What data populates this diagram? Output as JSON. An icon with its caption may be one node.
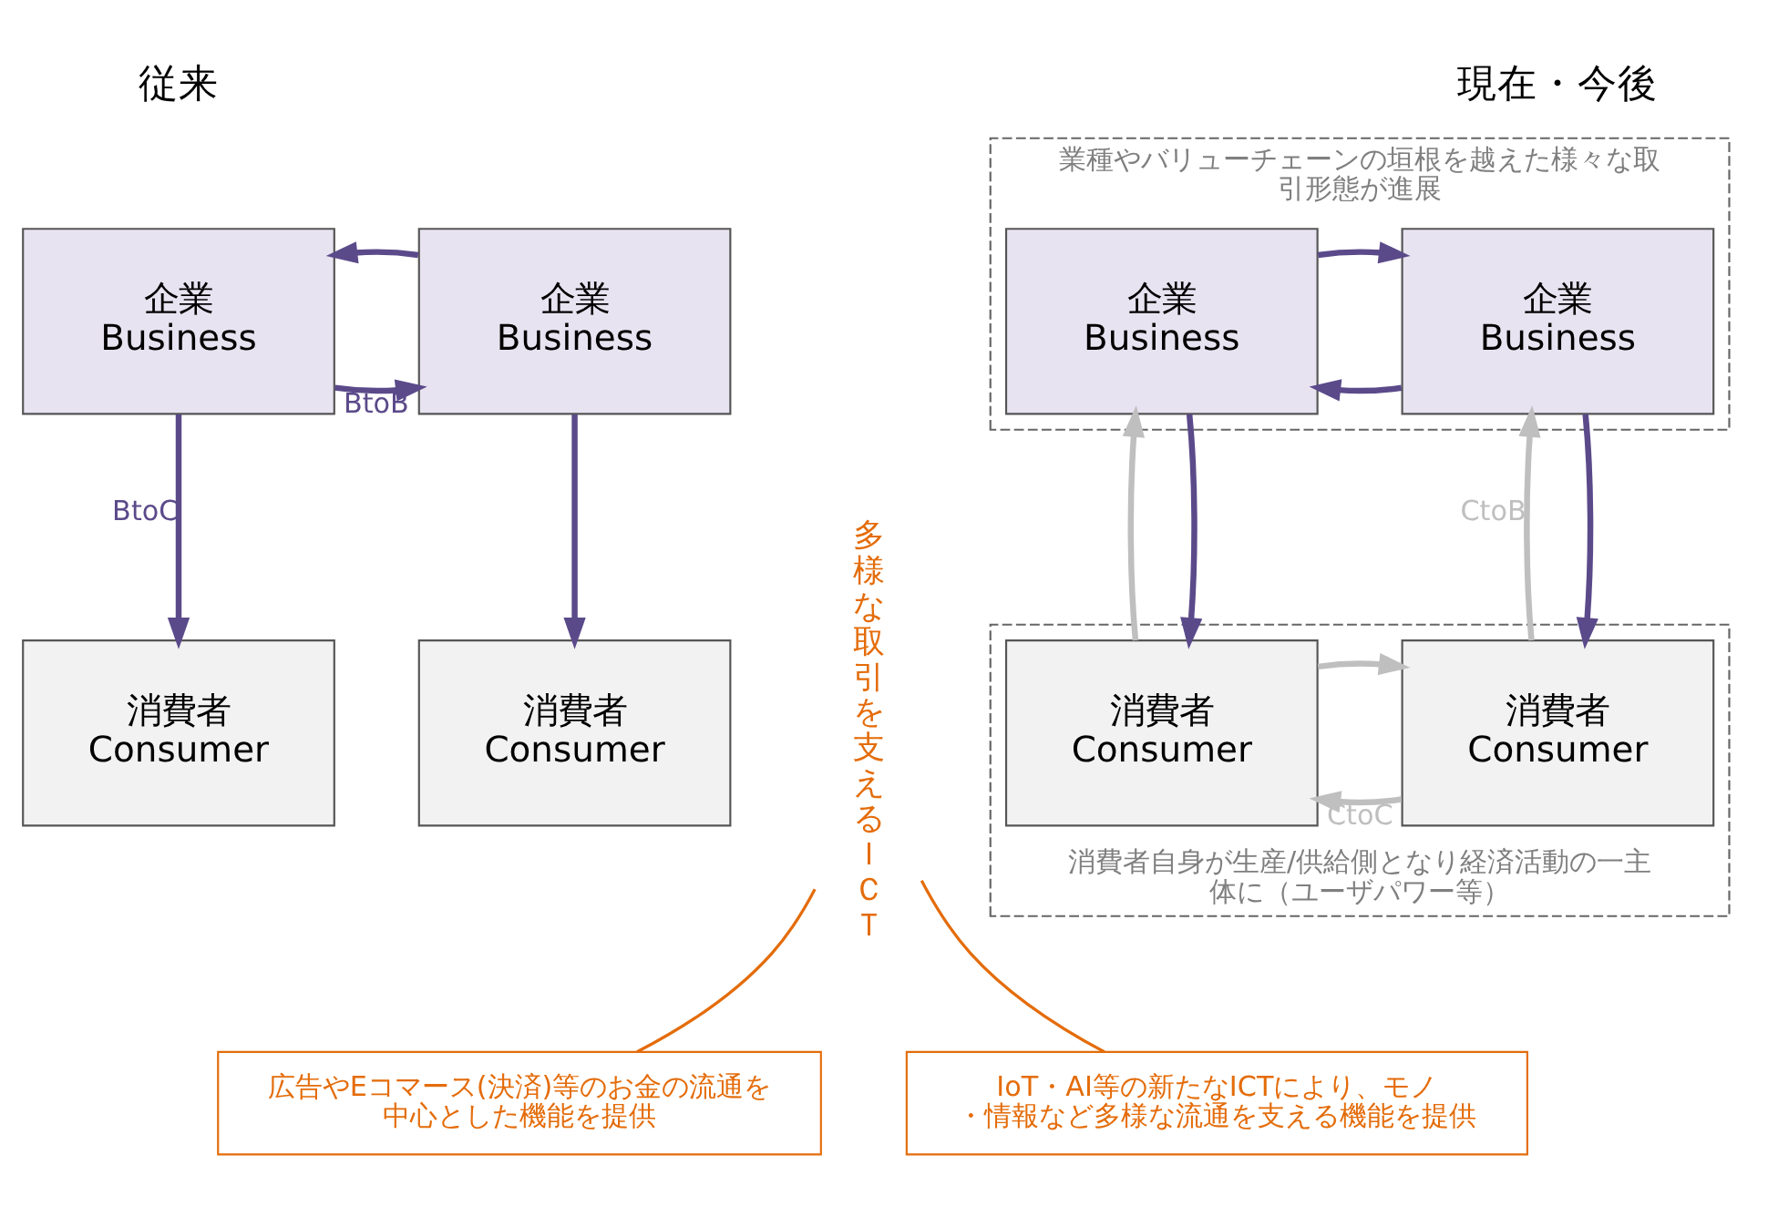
{
  "diagram": {
    "nodes": [
      {
        "text": [
          "企業",
          "Business"
        ]
      },
      {
        "text": [
          "企業",
          "Business"
        ]
      },
      {
        "text": [
          "消費者",
          "Consumer"
        ]
      },
      {
        "text": [
          "消費者",
          "Consumer"
        ]
      },
      {
        "text": [
          "多様な取引を支えるＩＣＴ"
        ]
      },
      {
        "text": [
          "広告やEコマース(決済)等のお金の流通を中心とした機能を提供"
        ]
      },
      {
        "text": [
          "業種やバリューチェーンの垣根を越えた様々な取引形態が進展"
        ]
      },
      {
        "text": [
          "企業",
          "Business"
        ],
        "in": 6
      },
      {
        "text": [
          "企業",
          "Business"
        ],
        "in": 6
      },
      {
        "text": [
          "消費者自身が生産/供給側となり経済活動の一主体に（ユーザパワー等）"
        ]
      },
      {
        "text": [
          "消費者",
          "Consumer"
        ],
        "in": 9
      },
      {
        "text": [
          "消費者",
          "Consumer"
        ],
        "in": 9
      },
      {
        "text": [
          "IoT・AI等の新たなICTにより、モノ・情報など多様な流通を支える機能を提供"
        ]
      }
    ],
    "edges": [
      {
        "from": 0,
        "to": 1,
        "arrow": "to",
        "label": "BtoB"
      },
      {
        "from": 1,
        "to": 0,
        "arrow": "to"
      },
      {
        "from": 0,
        "to": 2,
        "arrow": "to",
        "label": "BtoC"
      },
      {
        "from": 1,
        "to": 3,
        "arrow": "to"
      },
      {
        "from": 4,
        "to": 5,
        "arrow": "none",
        "color": "#e46c0a"
      },
      {
        "from": 4,
        "to": 12,
        "arrow": "none",
        "color": "#e46c0a"
      },
      {
        "from": 7,
        "to": 8,
        "arrow": "to"
      },
      {
        "from": 8,
        "to": 7,
        "arrow": "to"
      },
      {
        "from": 7,
        "to": 10,
        "arrow": "to"
      },
      {
        "from": 8,
        "to": 11,
        "arrow": "to"
      },
      {
        "from": 10,
        "to": 7,
        "arrow": "to",
        "label": "CtoB",
        "color": "#bfbfbf"
      },
      {
        "from": 11,
        "to": 8,
        "arrow": "to",
        "color": "#bfbfbf"
      },
      {
        "from": 10,
        "to": 11,
        "arrow": "to",
        "label": "CtoC",
        "color": "#bfbfbf"
      },
      {
        "from": 11,
        "to": 10,
        "arrow": "to",
        "color": "#bfbfbf"
      }
    ],
    "labels": [
      "従来",
      "現在・今後"
    ]
  }
}
